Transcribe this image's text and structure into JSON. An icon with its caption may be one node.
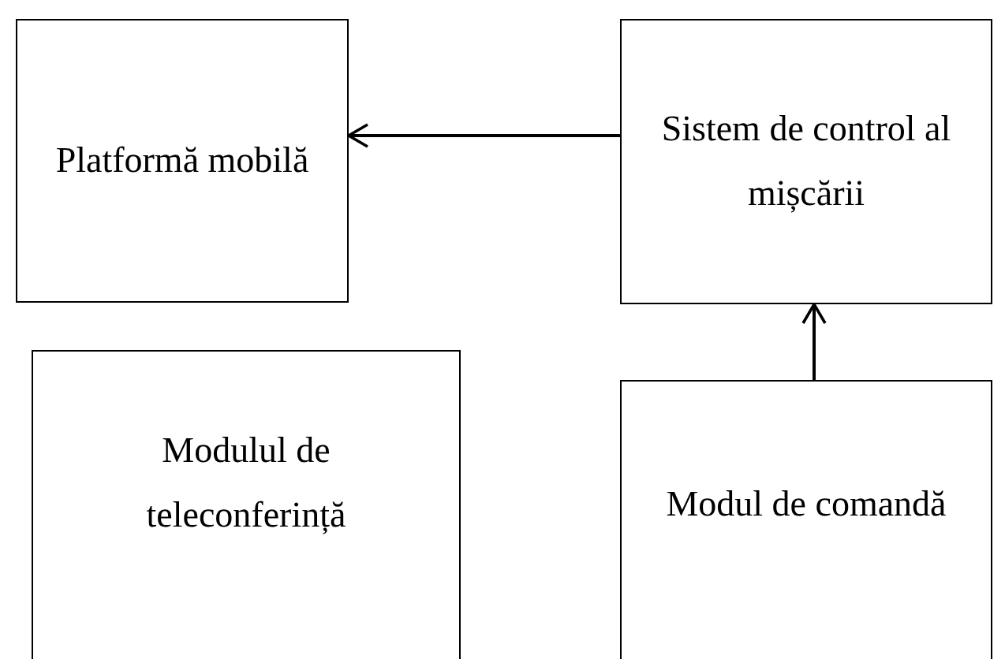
{
  "diagram": {
    "nodes": [
      {
        "text": [
          "Platformă mobilă"
        ]
      },
      {
        "text": [
          "Sistem de control al mișcării"
        ]
      },
      {
        "text": [
          "Modulul de teleconferință"
        ]
      },
      {
        "text": [
          "Modul de comandă"
        ]
      }
    ],
    "edges": [
      {
        "from": 1,
        "to": 0,
        "arrow": "to"
      },
      {
        "from": 3,
        "to": 1,
        "arrow": "to"
      }
    ]
  }
}
